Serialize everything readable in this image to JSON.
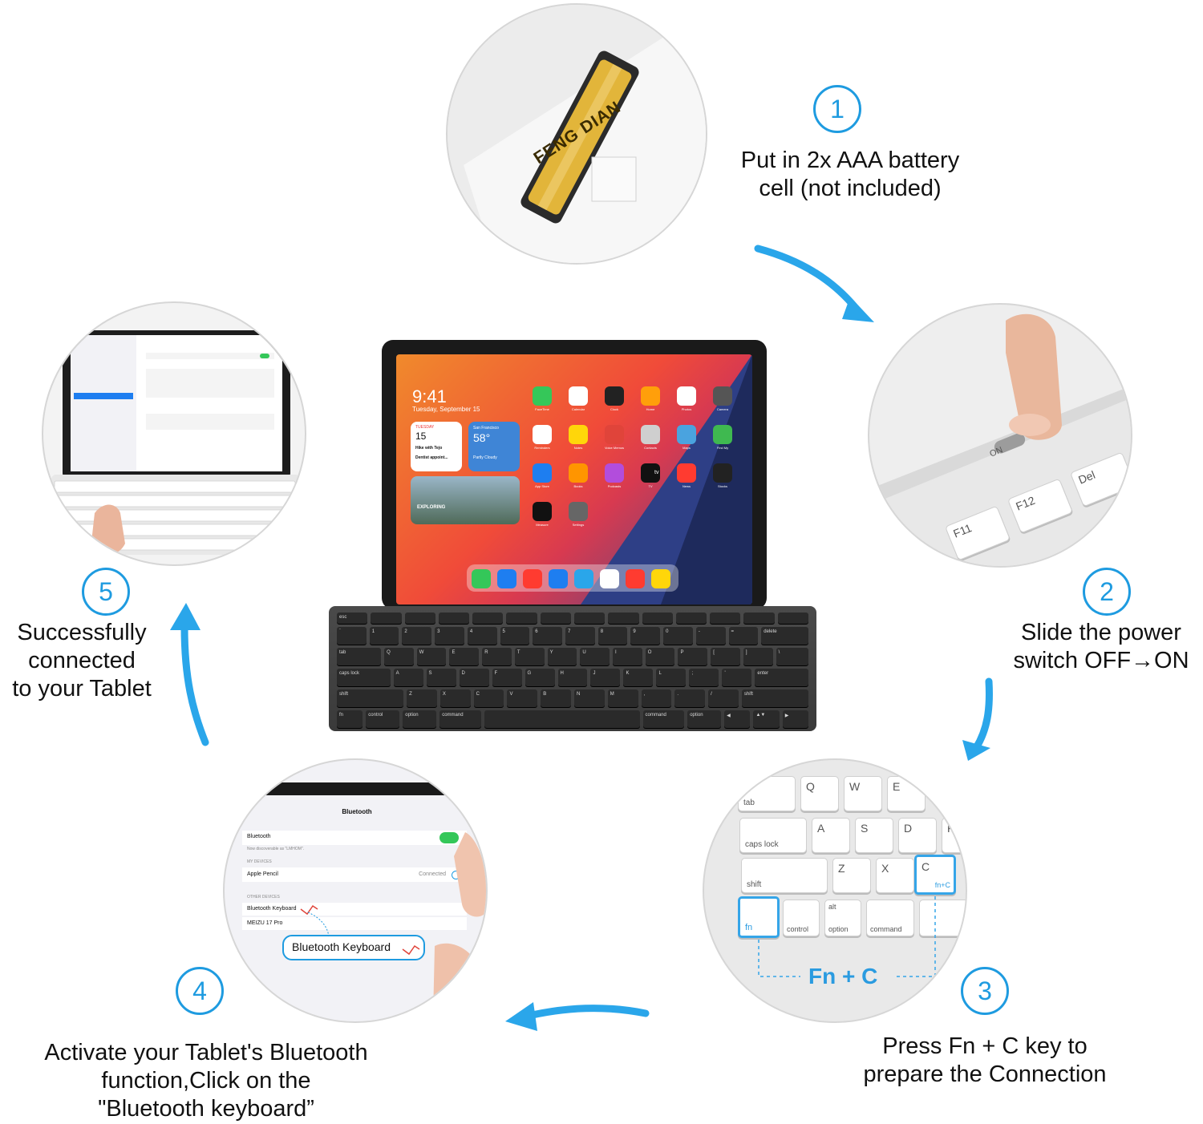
{
  "steps": [
    {
      "num": "1",
      "text_line1": "Put in 2x AAA battery",
      "text_line2": "cell (not included)"
    },
    {
      "num": "2",
      "text_line1": "Slide the power",
      "text_line2": "switch OFF→ON"
    },
    {
      "num": "3",
      "text_line1": "Press Fn + C key to",
      "text_line2": "prepare the Connection"
    },
    {
      "num": "4",
      "text_line1": "Activate your Tablet's Bluetooth",
      "text_line2": "function,Click on the",
      "text_line3": "\"Bluetooth keyboard”"
    },
    {
      "num": "5",
      "text_line1": "Successfully",
      "text_line2": "connected",
      "text_line3": "to your Tablet"
    }
  ],
  "battery": {
    "brand": "FENG DIAN"
  },
  "power_switch": {
    "key_f11": "F11",
    "key_f12": "F12",
    "key_del": "Del",
    "on": "ON"
  },
  "fn_keys": {
    "q": "Q",
    "w": "W",
    "e": "E",
    "tab": "tab",
    "a": "A",
    "s": "S",
    "d": "D",
    "f": "F",
    "caps": "caps lock",
    "z": "Z",
    "x": "X",
    "c": "C",
    "c_sub": "fn+C",
    "shift": "shift",
    "fn": "fn",
    "control": "control",
    "alt": "alt",
    "option": "option",
    "command": "command",
    "combo": "Fn + C"
  },
  "bt_screen": {
    "title": "Bluetooth",
    "bt_row": "Bluetooth",
    "discoverable": "Now discoverable as \"LMHOM\".",
    "my_devices": "MY DEVICES",
    "apple_pencil": "Apple Pencil",
    "connected": "Connected",
    "other_devices": "OTHER DEVICES",
    "bt_keyboard": "Bluetooth Keyboard",
    "meizu": "MEIZU 17 Pro",
    "callout": "Bluetooth Keyboard"
  },
  "tablet": {
    "time": "9:41",
    "date": "Tuesday, September 15",
    "cal_day": "TUESDAY",
    "cal_date": "15",
    "cal_event1": "Hike with Tejo",
    "cal_event2": "Dentist appoint...",
    "weather_city": "San Francisco",
    "weather_temp": "58°",
    "weather_desc": "Partly Cloudy",
    "photo_label": "EXPLORING",
    "app_labels": [
      "FaceTime",
      "Calendar",
      "Clock",
      "Home",
      "Photos",
      "Camera",
      "Reminders",
      "Notes",
      "Voice Memos",
      "Contacts",
      "Maps",
      "Find My",
      "App Store",
      "Books",
      "Podcasts",
      "TV",
      "News",
      "Stocks",
      "Measure",
      "Settings"
    ],
    "tv_label": "tv"
  },
  "keyboard": {
    "rows": [
      [
        "esc",
        "",
        "",
        "",
        "",
        "",
        "",
        "",
        "",
        "",
        "",
        "",
        "",
        ""
      ],
      [
        "`",
        "1",
        "2",
        "3",
        "4",
        "5",
        "6",
        "7",
        "8",
        "9",
        "0",
        "-",
        "=",
        "delete"
      ],
      [
        "tab",
        "Q",
        "W",
        "E",
        "R",
        "T",
        "Y",
        "U",
        "I",
        "O",
        "P",
        "[",
        "]",
        "\\"
      ],
      [
        "caps lock",
        "A",
        "S",
        "D",
        "F",
        "G",
        "H",
        "J",
        "K",
        "L",
        ";",
        "'",
        "enter"
      ],
      [
        "shift",
        "Z",
        "X",
        "C",
        "V",
        "B",
        "N",
        "M",
        ",",
        ".",
        "/",
        "shift"
      ],
      [
        "fn",
        "control",
        "option",
        "command",
        "",
        "command",
        "option",
        "◀",
        "▲▼",
        "▶"
      ]
    ]
  },
  "colors": {
    "accent": "#1e9be0"
  }
}
